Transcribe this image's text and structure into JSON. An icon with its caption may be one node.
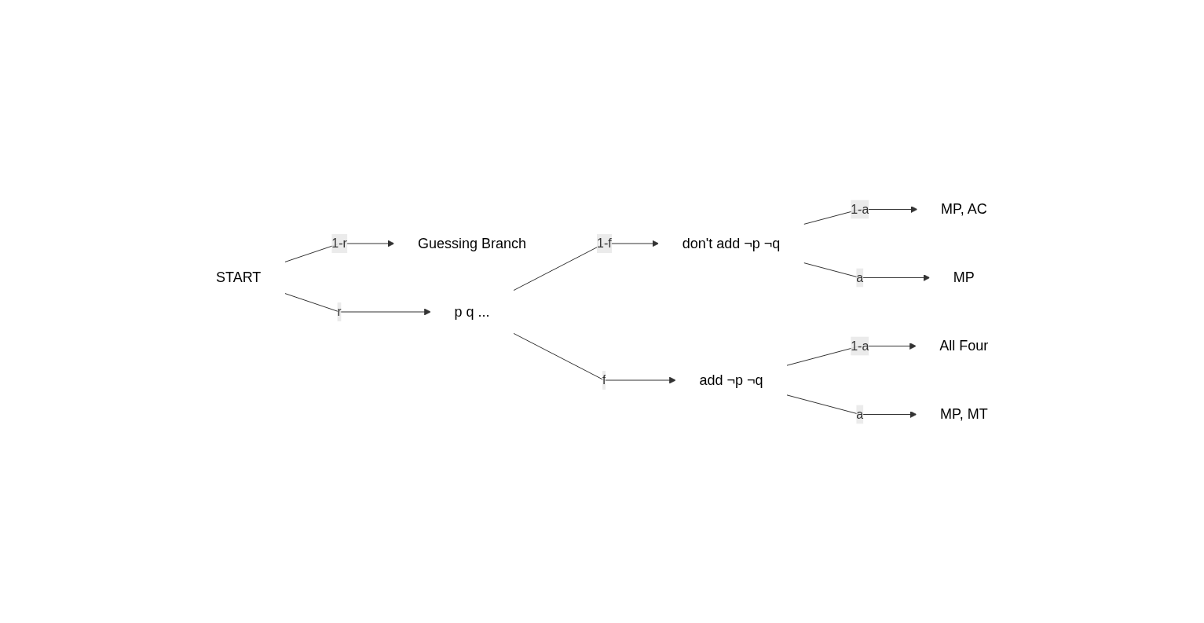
{
  "diagram": {
    "nodes": [
      {
        "text": [
          "START"
        ]
      },
      {
        "text": [
          "Guessing Branch"
        ]
      },
      {
        "text": [
          "p q ..."
        ]
      },
      {
        "text": [
          "don't add ¬p ¬q"
        ]
      },
      {
        "text": [
          "add ¬p ¬q"
        ]
      },
      {
        "text": [
          "MP, AC"
        ]
      },
      {
        "text": [
          "MP"
        ]
      },
      {
        "text": [
          "All Four"
        ]
      },
      {
        "text": [
          "MP, MT"
        ]
      }
    ],
    "edges": [
      {
        "from": 0,
        "to": 1,
        "arrow": "to",
        "label": "1-r"
      },
      {
        "from": 0,
        "to": 2,
        "arrow": "to",
        "label": "r"
      },
      {
        "from": 2,
        "to": 3,
        "arrow": "to",
        "label": "1-f"
      },
      {
        "from": 2,
        "to": 4,
        "arrow": "to",
        "label": "f"
      },
      {
        "from": 3,
        "to": 5,
        "arrow": "to",
        "label": "1-a"
      },
      {
        "from": 3,
        "to": 6,
        "arrow": "to",
        "label": "a"
      },
      {
        "from": 4,
        "to": 7,
        "arrow": "to",
        "label": "1-a"
      },
      {
        "from": 4,
        "to": 8,
        "arrow": "to",
        "label": "a"
      }
    ]
  }
}
